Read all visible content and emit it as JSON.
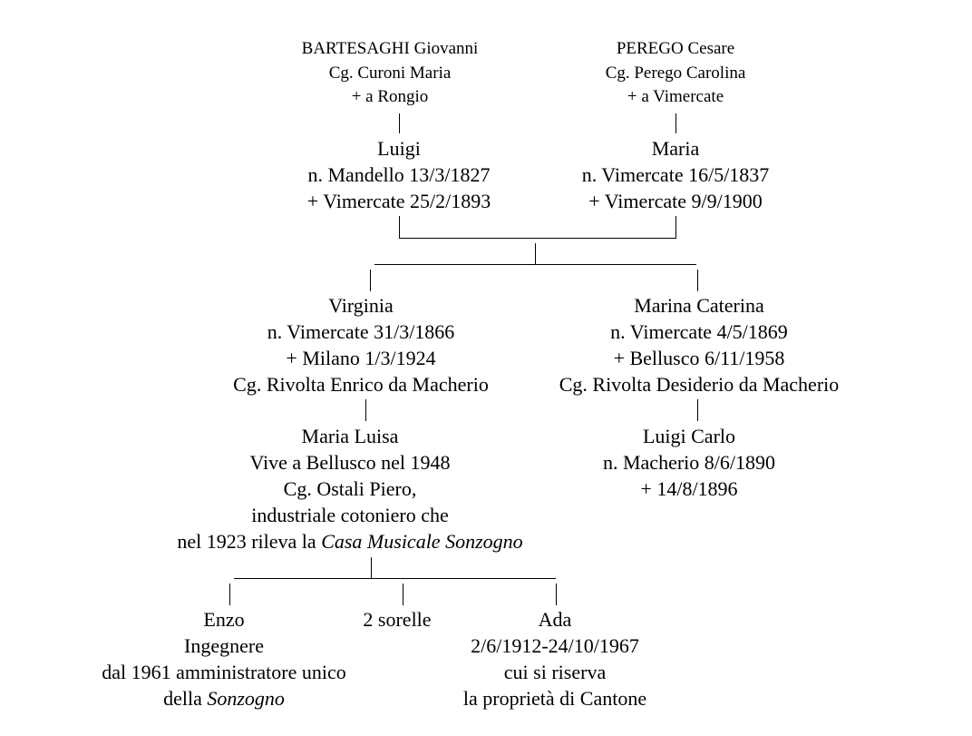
{
  "tree": {
    "gen1": {
      "father": {
        "name": "BARTESAGHI Giovanni",
        "spouse": "Cg. Curoni Maria",
        "death": "+ a Rongio"
      },
      "mother_side": {
        "name": "PEREGO Cesare",
        "spouse": "Cg. Perego Carolina",
        "death": "+  a Vimercate"
      }
    },
    "gen2": {
      "luigi": {
        "name": "Luigi",
        "birth": "n. Mandello 13/3/1827",
        "death": "+ Vimercate 25/2/1893"
      },
      "maria": {
        "name": "Maria",
        "birth": "n. Vimercate 16/5/1837",
        "death": "+ Vimercate 9/9/1900"
      }
    },
    "gen3": {
      "virginia": {
        "name": "Virginia",
        "birth": "n. Vimercate 31/3/1866",
        "death": "+ Milano 1/3/1924",
        "spouse": "Cg. Rivolta Enrico da Macherio"
      },
      "marina": {
        "name": "Marina Caterina",
        "birth": "n. Vimercate 4/5/1869",
        "death": "+ Bellusco 6/11/1958",
        "spouse": "Cg. Rivolta Desiderio da Macherio"
      }
    },
    "gen4": {
      "maria_luisa": {
        "name": "Maria Luisa",
        "residence": "Vive a Bellusco nel 1948",
        "spouse": "Cg. Ostali Piero,",
        "occupation": "industriale cotoniero che",
        "note_prefix": "nel 1923 rileva la ",
        "note_italic": "Casa Musicale Sonzogno"
      },
      "luigi_carlo": {
        "name": "Luigi Carlo",
        "birth": "n. Macherio 8/6/1890",
        "death": "+ 14/8/1896"
      }
    },
    "gen5": {
      "enzo": {
        "name": "Enzo",
        "occupation": "Ingegnere",
        "role": "dal 1961 amministratore unico",
        "role2_prefix": "della ",
        "role2_italic": "Sonzogno"
      },
      "sisters": {
        "label": "2 sorelle"
      },
      "ada": {
        "name": "Ada",
        "dates": "2/6/1912-24/10/1967",
        "note1": "cui si riserva",
        "note2": "la proprietà di Cantone"
      }
    }
  }
}
